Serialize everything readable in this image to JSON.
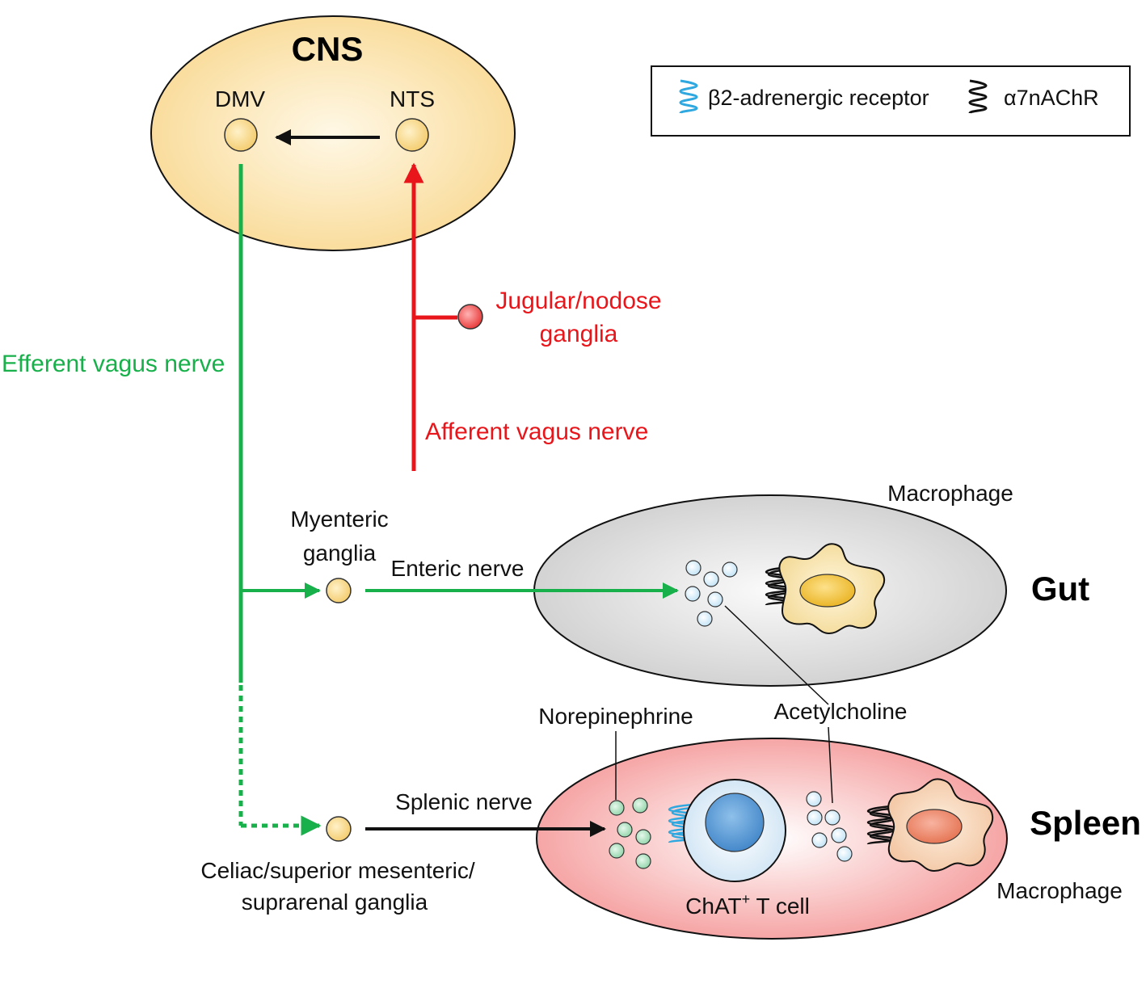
{
  "cns": {
    "title": "CNS",
    "dmv": "DMV",
    "nts": "NTS"
  },
  "legend": {
    "beta2_label": "β2-adrenergic receptor",
    "alpha7_label": "α7nAChR",
    "beta2_icon": "coil-receptor-icon",
    "alpha7_icon": "coil-receptor-icon"
  },
  "pathways": {
    "efferent": "Efferent vagus nerve",
    "afferent": "Afferent vagus nerve",
    "jugular_line1": "Jugular/nodose",
    "jugular_line2": "ganglia",
    "myenteric_line1": "Myenteric",
    "myenteric_line2": "ganglia",
    "enteric": "Enteric nerve",
    "splenic": "Splenic nerve",
    "celiac_line1": "Celiac/superior mesenteric/",
    "celiac_line2": "suprarenal ganglia"
  },
  "gut": {
    "title": "Gut",
    "macrophage": "Macrophage"
  },
  "spleen": {
    "title": "Spleen",
    "macrophage": "Macrophage",
    "tcell_prefix": "ChAT",
    "tcell_sup": "+",
    "tcell_suffix": " T cell"
  },
  "molecules": {
    "norepinephrine": "Norepinephrine",
    "acetylcholine": "Acetylcholine"
  },
  "colors": {
    "efferent": "#18b04a",
    "afferent": "#e8161b",
    "cns_fill": "#fbe6b0",
    "neuron": "#f8d78c",
    "gut_fill": "#e2e2e2",
    "spleen_fill": "#f6a6a6",
    "acetylcholine": "#d8eefa",
    "norepinephrine": "#bfe8cc",
    "tcell_nucleus": "#5b9bd5",
    "beta2_receptor": "#2fa8e0",
    "alpha7_receptor": "#111111"
  }
}
